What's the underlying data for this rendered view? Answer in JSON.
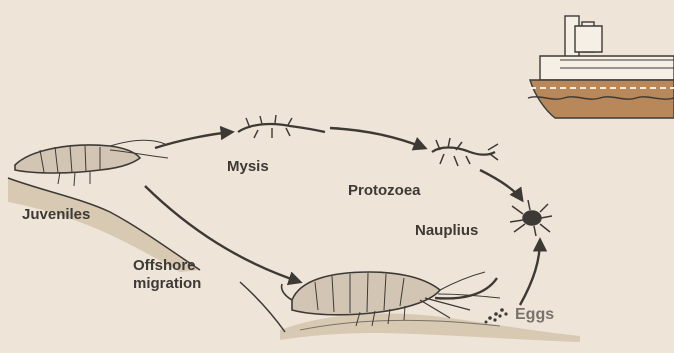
{
  "diagram": {
    "stages": {
      "mysis": "Mysis",
      "protozoea": "Protozoea",
      "nauplius": "Nauplius",
      "eggs": "Eggs",
      "juveniles": "Juveniles",
      "offshore_line1": "Offshore",
      "offshore_line2": "migration"
    },
    "colors": {
      "background": "#eee4d8",
      "ink": "#3d3a36",
      "seabed": "#d8c9b3",
      "ship_hull": "#b8885a"
    },
    "icons": [
      "shrimp-adult-icon",
      "shrimp-juvenile-icon",
      "mysis-larva-icon",
      "protozoea-larva-icon",
      "nauplius-larva-icon",
      "eggs-icon",
      "ship-icon"
    ]
  }
}
